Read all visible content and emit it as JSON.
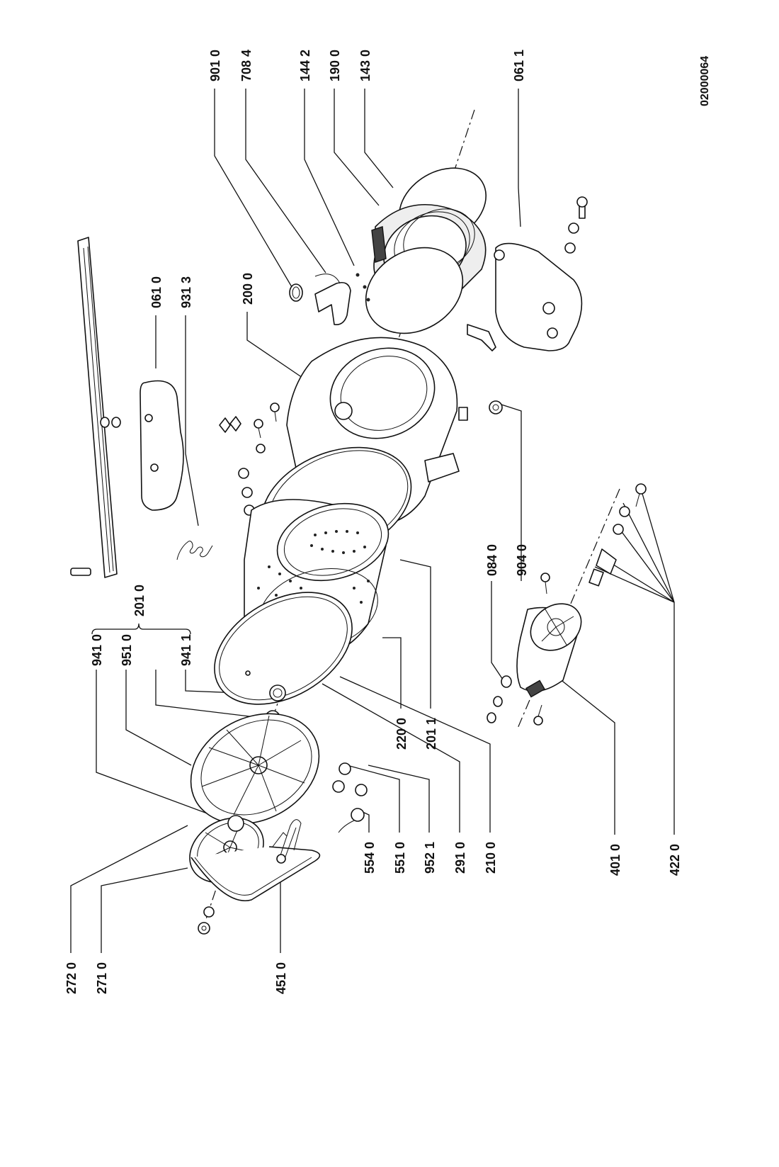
{
  "document_id": "02000064",
  "brace_label": "201 0",
  "parts": [
    {
      "id": "p9010",
      "label": "901 0"
    },
    {
      "id": "p7084",
      "label": "708 4"
    },
    {
      "id": "p1442",
      "label": "144 2"
    },
    {
      "id": "p1900",
      "label": "190 0"
    },
    {
      "id": "p1430",
      "label": "143 0"
    },
    {
      "id": "p0611",
      "label": "061 1"
    },
    {
      "id": "p0610",
      "label": "061 0"
    },
    {
      "id": "p9313",
      "label": "931 3"
    },
    {
      "id": "p2000",
      "label": "200 0"
    },
    {
      "id": "p9410",
      "label": "941 0"
    },
    {
      "id": "p9510",
      "label": "951 0"
    },
    {
      "id": "p9411",
      "label": "941 1"
    },
    {
      "id": "p2200",
      "label": "220 0"
    },
    {
      "id": "p2011",
      "label": "201 1"
    },
    {
      "id": "p0840",
      "label": "084 0"
    },
    {
      "id": "p9040",
      "label": "904 0"
    },
    {
      "id": "p2720",
      "label": "272 0"
    },
    {
      "id": "p2710",
      "label": "271 0"
    },
    {
      "id": "p4510",
      "label": "451 0"
    },
    {
      "id": "p5540",
      "label": "554 0"
    },
    {
      "id": "p5510",
      "label": "551 0"
    },
    {
      "id": "p9521",
      "label": "952 1"
    },
    {
      "id": "p2910",
      "label": "291 0"
    },
    {
      "id": "p2100",
      "label": "210 0"
    },
    {
      "id": "p4010",
      "label": "401 0"
    },
    {
      "id": "p4220",
      "label": "422 0"
    }
  ]
}
